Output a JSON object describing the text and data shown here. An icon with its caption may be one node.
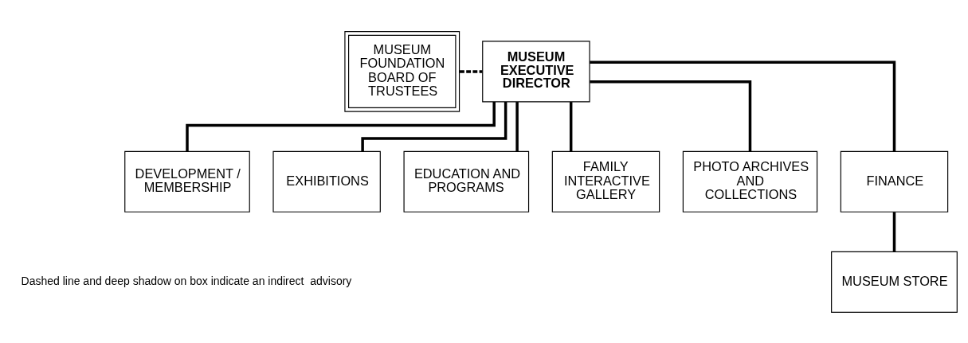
{
  "diagram": {
    "nodes": [
      {
        "text": [
          "MUSEUM FOUNDATION BOARD OF TRUSTEES"
        ]
      },
      {
        "text": [
          "MUSEUM EXECUTIVE DIRECTOR"
        ]
      },
      {
        "text": [
          "DEVELOPMENT / MEMBERSHIP"
        ]
      },
      {
        "text": [
          "EXHIBITIONS"
        ]
      },
      {
        "text": [
          "EDUCATION AND PROGRAMS"
        ]
      },
      {
        "text": [
          "FAMILY INTERACTIVE GALLERY"
        ]
      },
      {
        "text": [
          "PHOTO ARCHIVES AND COLLECTIONS"
        ]
      },
      {
        "text": [
          "FINANCE"
        ]
      },
      {
        "text": [
          "MUSEUM STORE"
        ]
      }
    ],
    "edges": [
      {
        "from": 0,
        "to": 1,
        "arrow": "none",
        "style": "dashed"
      },
      {
        "from": 1,
        "to": 2,
        "arrow": "none"
      },
      {
        "from": 1,
        "to": 3,
        "arrow": "none"
      },
      {
        "from": 1,
        "to": 4,
        "arrow": "none"
      },
      {
        "from": 1,
        "to": 5,
        "arrow": "none"
      },
      {
        "from": 1,
        "to": 6,
        "arrow": "none"
      },
      {
        "from": 1,
        "to": 7,
        "arrow": "none"
      },
      {
        "from": 7,
        "to": 8,
        "arrow": "none"
      }
    ],
    "labels": [
      "Dashed line and deep shadow on box indicate an indirect  advisory"
    ]
  }
}
